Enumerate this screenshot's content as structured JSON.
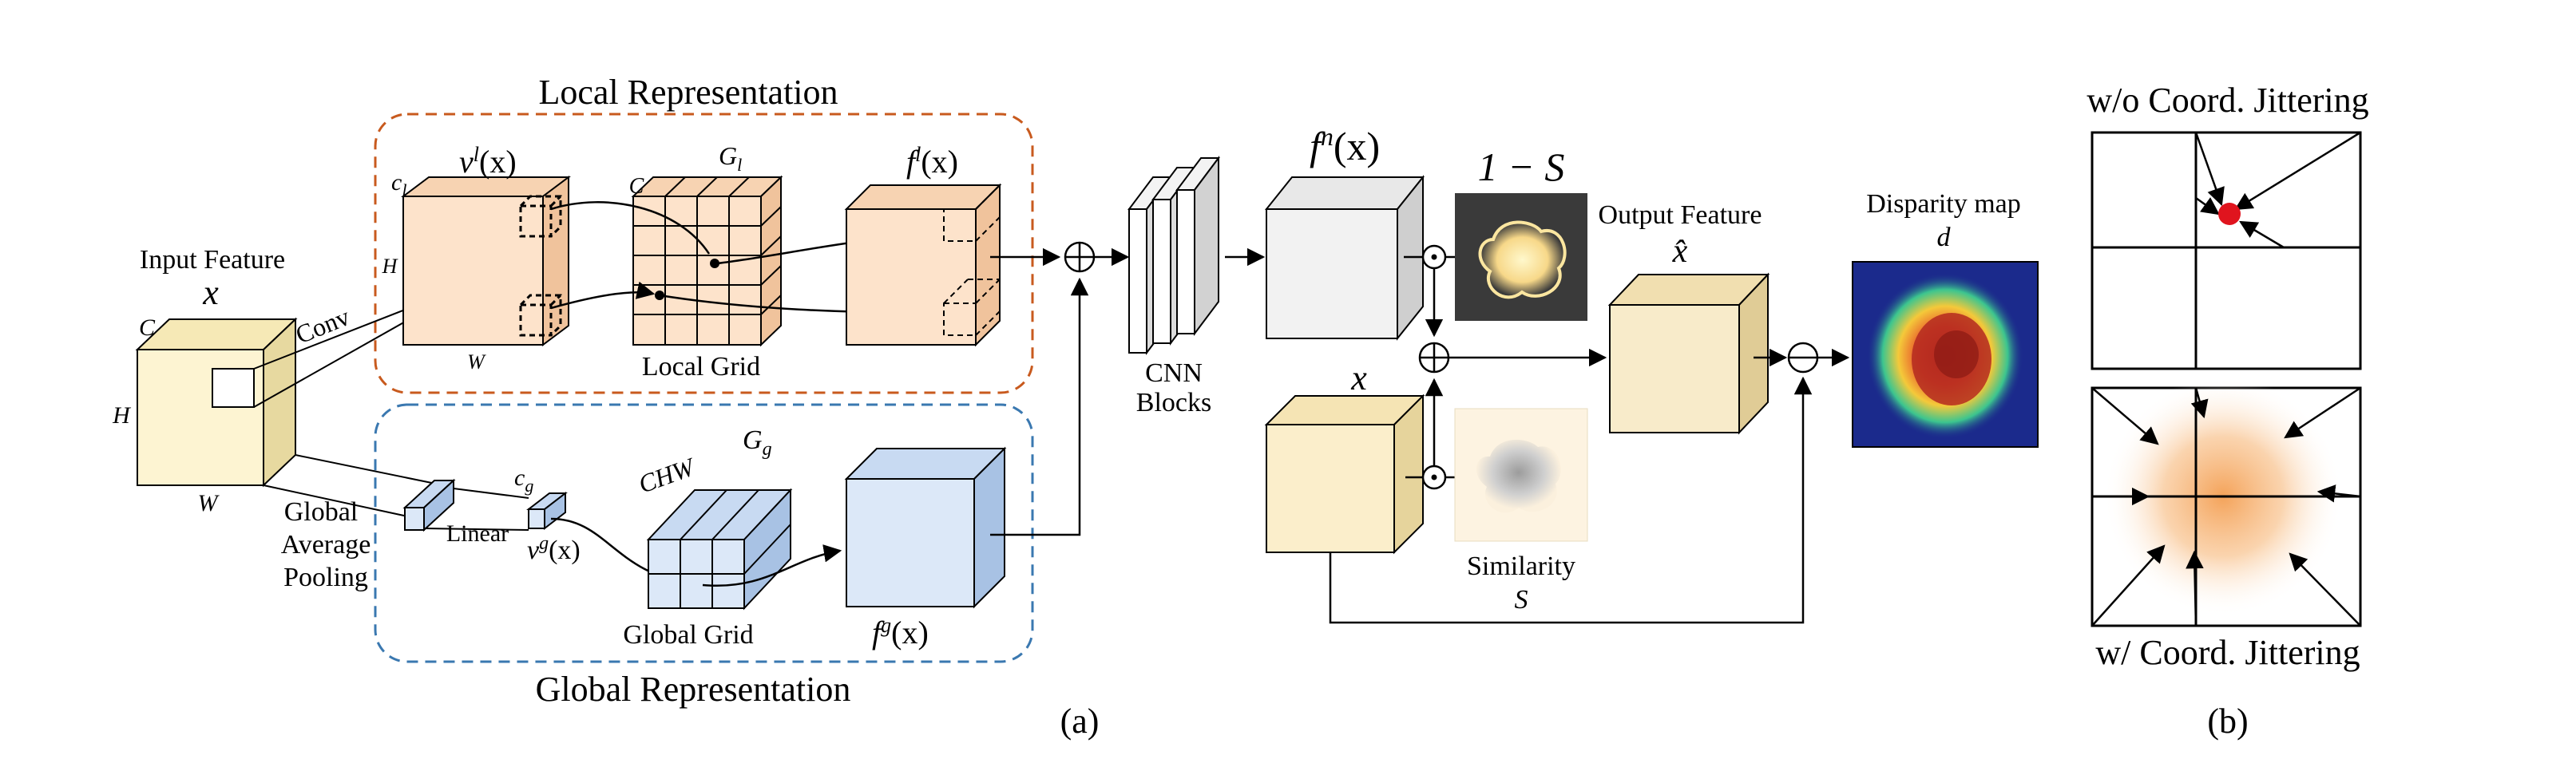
{
  "local": {
    "title": "Local Representation",
    "input_feature_label": "Input Feature",
    "input_var": "x",
    "dim_c": "C",
    "dim_h": "H",
    "dim_w": "W",
    "conv_label": "Conv",
    "vl_label": "v",
    "vl_sup": "l",
    "vl_arg": "(x)",
    "cl_label": "c",
    "cl_sub": "l",
    "h_small": "H",
    "w_small": "W",
    "grid_c": "C",
    "gl_label": "G",
    "gl_sub": "l",
    "local_grid_label": "Local Grid",
    "fl_label": "f",
    "fl_sup": "l",
    "fl_arg": "(x)"
  },
  "global": {
    "title": "Global Representation",
    "gap_line1": "Global",
    "gap_line2": "Average",
    "gap_line3": "Pooling",
    "linear_label": "Linear",
    "cg_label": "c",
    "cg_sub": "g",
    "vg_label": "v",
    "vg_sup": "g",
    "vg_arg": "(x)",
    "chw_label": "CHW",
    "gg_label": "G",
    "gg_sub": "g",
    "global_grid_label": "Global Grid",
    "fg_label": "f",
    "fg_sup": "g",
    "fg_arg": "(x)"
  },
  "right": {
    "cnn_line1": "CNN",
    "cnn_line2": "Blocks",
    "fn_label": "f",
    "fn_sup": "n",
    "fn_arg": "(x)",
    "one_minus_s": "1 − S",
    "x_label": "x",
    "similarity_label": "Similarity",
    "s_label": "S",
    "output_feature_label": "Output Feature",
    "x_hat": "x̂",
    "disparity_label": "Disparity map",
    "d_label": "d",
    "subfig_a": "(a)"
  },
  "panel_b": {
    "title_top": "w/o Coord. Jittering",
    "title_bottom": "w/ Coord. Jittering",
    "subfig_b": "(b)"
  },
  "colors": {
    "local_dash": "#c85a1e",
    "global_dash": "#3a78b0",
    "input_cube": "#fdf4d2",
    "local_cube": "#fde3cb",
    "global_cube": "#dce8f8",
    "fn_cube": "#f2f2f2",
    "x_cube": "#fbeecb",
    "out_cube": "#f8ebca",
    "red_dot": "#e0141e"
  }
}
